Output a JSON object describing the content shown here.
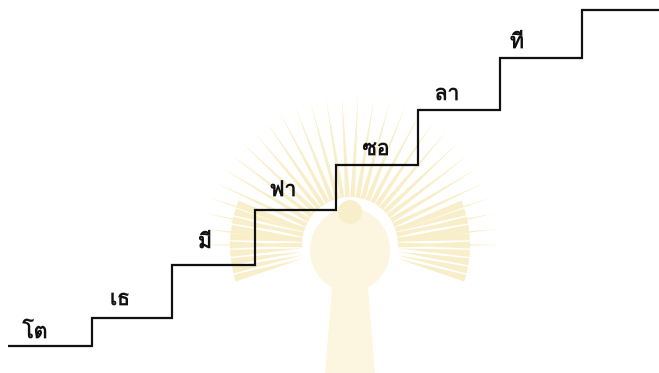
{
  "steps": [
    {
      "label": "โต"
    },
    {
      "label": "เธ"
    },
    {
      "label": "มี"
    },
    {
      "label": "ฟา"
    },
    {
      "label": "ซอ"
    },
    {
      "label": "ลา"
    },
    {
      "label": "ที"
    }
  ],
  "colors": {
    "line": "#111111",
    "background": "#ffffff",
    "watermark": "#f2dc8c"
  },
  "icons": {
    "watermark": "emblem-watermark-icon"
  }
}
